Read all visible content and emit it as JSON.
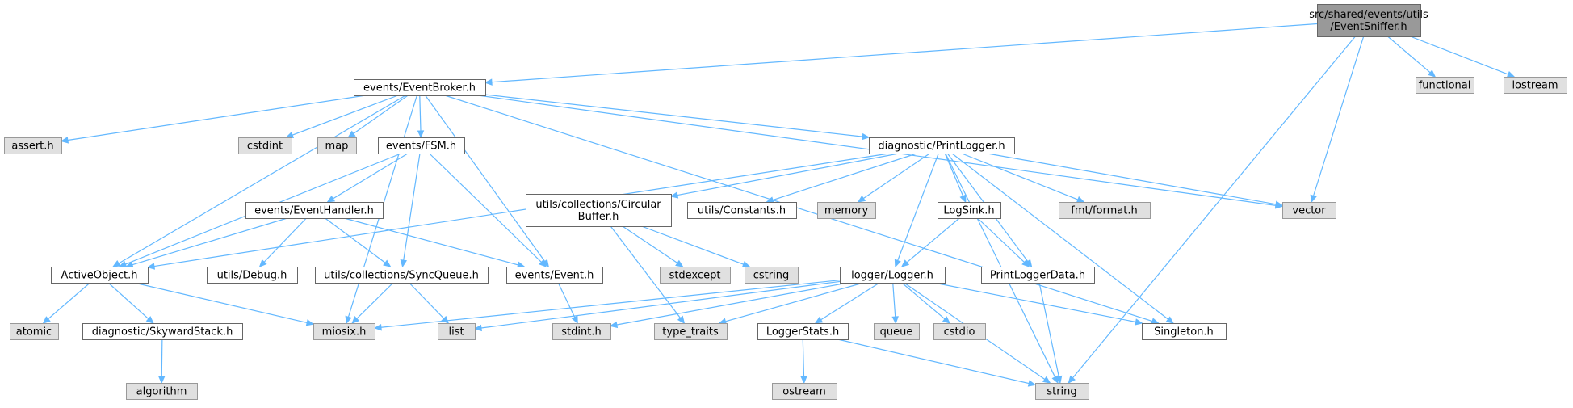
{
  "colors": {
    "edge": "#63b8ff",
    "root_fill": "#999999",
    "root_stroke": "#666666",
    "header_fill": "#ffffff",
    "header_stroke": "#666666",
    "system_fill": "#e0e0e0",
    "system_stroke": "#999999",
    "text": "#000000"
  },
  "nodes": [
    {
      "id": "EventSniffer",
      "kind": "root",
      "lines": [
        "src/shared/events/utils",
        "/EventSniffer.h"
      ]
    },
    {
      "id": "EventBroker",
      "kind": "header",
      "lines": [
        "events/EventBroker.h"
      ]
    },
    {
      "id": "functional",
      "kind": "system",
      "lines": [
        "functional"
      ]
    },
    {
      "id": "iostream",
      "kind": "system",
      "lines": [
        "iostream"
      ]
    },
    {
      "id": "assert",
      "kind": "system",
      "lines": [
        "assert.h"
      ]
    },
    {
      "id": "cstdint",
      "kind": "system",
      "lines": [
        "cstdint"
      ]
    },
    {
      "id": "map",
      "kind": "system",
      "lines": [
        "map"
      ]
    },
    {
      "id": "FSM",
      "kind": "header",
      "lines": [
        "events/FSM.h"
      ]
    },
    {
      "id": "PrintLogger",
      "kind": "header",
      "lines": [
        "diagnostic/PrintLogger.h"
      ]
    },
    {
      "id": "vector",
      "kind": "system",
      "lines": [
        "vector"
      ]
    },
    {
      "id": "EventHandler",
      "kind": "header",
      "lines": [
        "events/EventHandler.h"
      ]
    },
    {
      "id": "CircularBuffer",
      "kind": "header",
      "lines": [
        "utils/collections/Circular",
        "Buffer.h"
      ]
    },
    {
      "id": "Constants",
      "kind": "header",
      "lines": [
        "utils/Constants.h"
      ]
    },
    {
      "id": "memory",
      "kind": "system",
      "lines": [
        "memory"
      ]
    },
    {
      "id": "LogSink",
      "kind": "header",
      "lines": [
        "LogSink.h"
      ]
    },
    {
      "id": "fmtformat",
      "kind": "system",
      "lines": [
        "fmt/format.h"
      ]
    },
    {
      "id": "ActiveObject",
      "kind": "header",
      "lines": [
        "ActiveObject.h"
      ]
    },
    {
      "id": "Debug",
      "kind": "header",
      "lines": [
        "utils/Debug.h"
      ]
    },
    {
      "id": "SyncQueue",
      "kind": "header",
      "lines": [
        "utils/collections/SyncQueue.h"
      ]
    },
    {
      "id": "Event",
      "kind": "header",
      "lines": [
        "events/Event.h"
      ]
    },
    {
      "id": "stdexcept",
      "kind": "system",
      "lines": [
        "stdexcept"
      ]
    },
    {
      "id": "cstring",
      "kind": "system",
      "lines": [
        "cstring"
      ]
    },
    {
      "id": "Logger",
      "kind": "header",
      "lines": [
        "logger/Logger.h"
      ]
    },
    {
      "id": "PrintLoggerData",
      "kind": "header",
      "lines": [
        "PrintLoggerData.h"
      ]
    },
    {
      "id": "atomic",
      "kind": "system",
      "lines": [
        "atomic"
      ]
    },
    {
      "id": "SkywardStack",
      "kind": "header",
      "lines": [
        "diagnostic/SkywardStack.h"
      ]
    },
    {
      "id": "miosix",
      "kind": "system",
      "lines": [
        "miosix.h"
      ]
    },
    {
      "id": "list",
      "kind": "system",
      "lines": [
        "list"
      ]
    },
    {
      "id": "stdint",
      "kind": "system",
      "lines": [
        "stdint.h"
      ]
    },
    {
      "id": "type_traits",
      "kind": "system",
      "lines": [
        "type_traits"
      ]
    },
    {
      "id": "LoggerStats",
      "kind": "header",
      "lines": [
        "LoggerStats.h"
      ]
    },
    {
      "id": "queue",
      "kind": "system",
      "lines": [
        "queue"
      ]
    },
    {
      "id": "cstdio",
      "kind": "system",
      "lines": [
        "cstdio"
      ]
    },
    {
      "id": "Singleton",
      "kind": "header",
      "lines": [
        "Singleton.h"
      ]
    },
    {
      "id": "algorithm",
      "kind": "system",
      "lines": [
        "algorithm"
      ]
    },
    {
      "id": "ostream",
      "kind": "system",
      "lines": [
        "ostream"
      ]
    },
    {
      "id": "string",
      "kind": "system",
      "lines": [
        "string"
      ]
    }
  ],
  "edges": [
    [
      "EventSniffer",
      "EventBroker"
    ],
    [
      "EventSniffer",
      "functional"
    ],
    [
      "EventSniffer",
      "iostream"
    ],
    [
      "EventSniffer",
      "vector"
    ],
    [
      "EventSniffer",
      "string"
    ],
    [
      "EventBroker",
      "assert"
    ],
    [
      "EventBroker",
      "cstdint"
    ],
    [
      "EventBroker",
      "map"
    ],
    [
      "EventBroker",
      "FSM"
    ],
    [
      "EventBroker",
      "PrintLogger"
    ],
    [
      "EventBroker",
      "vector"
    ],
    [
      "EventBroker",
      "ActiveObject"
    ],
    [
      "EventBroker",
      "miosix"
    ],
    [
      "EventBroker",
      "Event"
    ],
    [
      "EventBroker",
      "Singleton"
    ],
    [
      "FSM",
      "EventHandler"
    ],
    [
      "FSM",
      "ActiveObject"
    ],
    [
      "FSM",
      "SyncQueue"
    ],
    [
      "FSM",
      "Event"
    ],
    [
      "EventHandler",
      "ActiveObject"
    ],
    [
      "EventHandler",
      "Debug"
    ],
    [
      "EventHandler",
      "SyncQueue"
    ],
    [
      "EventHandler",
      "Event"
    ],
    [
      "PrintLogger",
      "ActiveObject"
    ],
    [
      "PrintLogger",
      "CircularBuffer"
    ],
    [
      "PrintLogger",
      "Constants"
    ],
    [
      "PrintLogger",
      "memory"
    ],
    [
      "PrintLogger",
      "LogSink"
    ],
    [
      "PrintLogger",
      "fmtformat"
    ],
    [
      "PrintLogger",
      "vector"
    ],
    [
      "PrintLogger",
      "Logger"
    ],
    [
      "PrintLogger",
      "PrintLoggerData"
    ],
    [
      "PrintLogger",
      "Singleton"
    ],
    [
      "PrintLogger",
      "string"
    ],
    [
      "CircularBuffer",
      "stdexcept"
    ],
    [
      "CircularBuffer",
      "cstring"
    ],
    [
      "CircularBuffer",
      "type_traits"
    ],
    [
      "LogSink",
      "Logger"
    ],
    [
      "LogSink",
      "PrintLoggerData"
    ],
    [
      "ActiveObject",
      "atomic"
    ],
    [
      "ActiveObject",
      "SkywardStack"
    ],
    [
      "ActiveObject",
      "miosix"
    ],
    [
      "SkywardStack",
      "algorithm"
    ],
    [
      "SyncQueue",
      "miosix"
    ],
    [
      "SyncQueue",
      "list"
    ],
    [
      "Event",
      "stdint"
    ],
    [
      "Logger",
      "miosix"
    ],
    [
      "Logger",
      "list"
    ],
    [
      "Logger",
      "stdint"
    ],
    [
      "Logger",
      "type_traits"
    ],
    [
      "Logger",
      "LoggerStats"
    ],
    [
      "Logger",
      "queue"
    ],
    [
      "Logger",
      "cstdio"
    ],
    [
      "Logger",
      "Singleton"
    ],
    [
      "Logger",
      "string"
    ],
    [
      "LoggerStats",
      "ostream"
    ],
    [
      "LoggerStats",
      "string"
    ],
    [
      "PrintLoggerData",
      "string"
    ]
  ]
}
